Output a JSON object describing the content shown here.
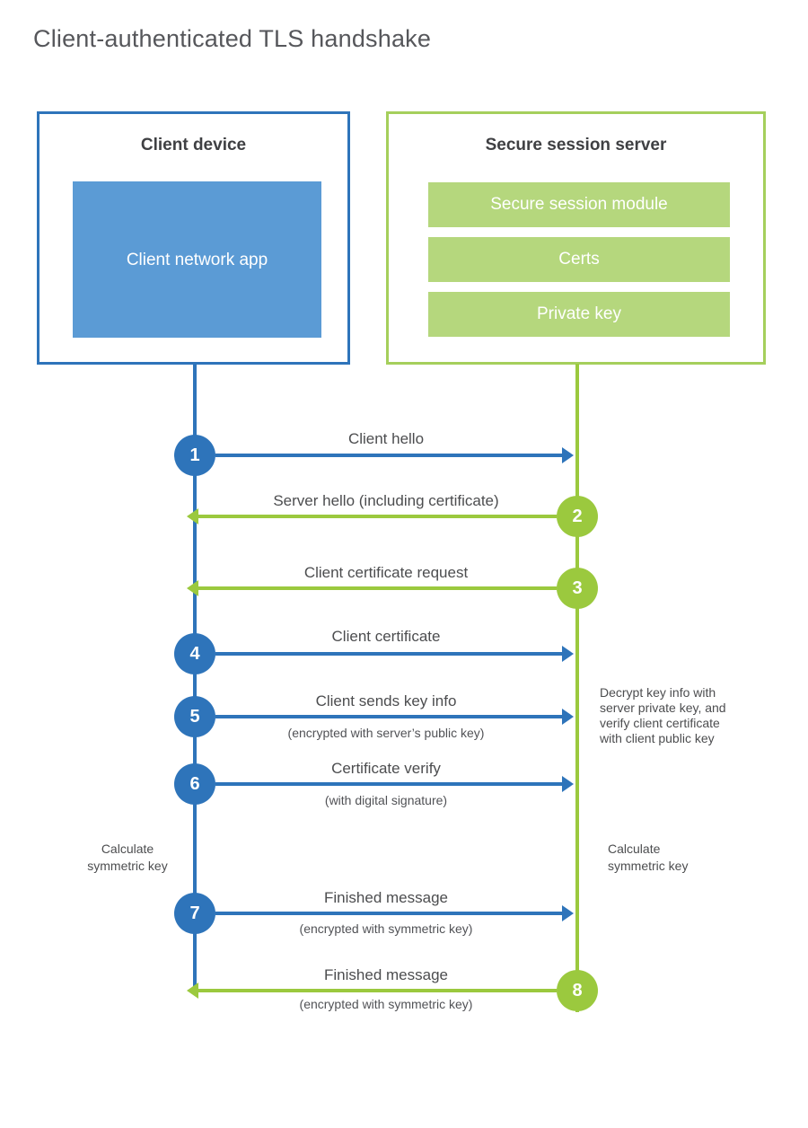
{
  "title": "Client-authenticated TLS handshake",
  "colors": {
    "blue": "#2e74ba",
    "blue_fill": "#5b9bd5",
    "green": "#9bc93e",
    "green_border": "#a5cf5c",
    "green_bar": "#b5d77d"
  },
  "client_box": {
    "title": "Client device",
    "module": "Client network app"
  },
  "server_box": {
    "title": "Secure session server",
    "modules": [
      "Secure session module",
      "Certs",
      "Private key"
    ]
  },
  "steps": [
    {
      "number": "1",
      "label": "Client hello",
      "direction": "client-to-server"
    },
    {
      "number": "2",
      "label": "Server hello (including certificate)",
      "direction": "server-to-client"
    },
    {
      "number": "3",
      "label": "Client certificate request",
      "direction": "server-to-client"
    },
    {
      "number": "4",
      "label": "Client certificate",
      "direction": "client-to-server"
    },
    {
      "number": "5",
      "label": "Client sends key info",
      "sublabel": "(encrypted with server’s public key)",
      "direction": "client-to-server"
    },
    {
      "number": "6",
      "label": "Certificate verify",
      "sublabel": "(with digital signature)",
      "direction": "client-to-server"
    },
    {
      "number": "7",
      "label": "Finished message",
      "sublabel": "(encrypted with symmetric key)",
      "direction": "client-to-server"
    },
    {
      "number": "8",
      "label": "Finished message",
      "sublabel": "(encrypted with symmetric key)",
      "direction": "server-to-client"
    }
  ],
  "annotations": {
    "decrypt_note": [
      "Decrypt key info with",
      "server private key, and",
      "verify client certificate",
      "with client public key"
    ],
    "calculate_left": [
      "Calculate",
      "symmetric key"
    ],
    "calculate_right": [
      "Calculate",
      "symmetric key"
    ]
  }
}
